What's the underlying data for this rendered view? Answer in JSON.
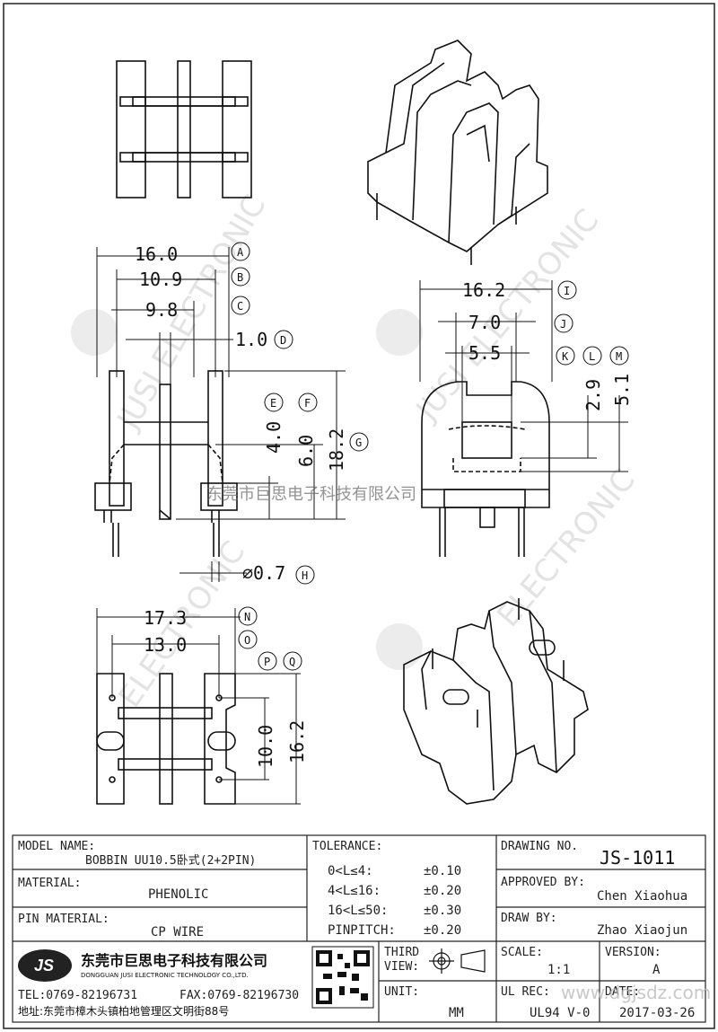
{
  "dimensions": {
    "front": [
      {
        "value": "16.0",
        "ref": "A"
      },
      {
        "value": "10.9",
        "ref": "B"
      },
      {
        "value": "9.8",
        "ref": "C"
      },
      {
        "value": "1.0",
        "ref": "D"
      },
      {
        "value": "4.0",
        "ref": "E"
      },
      {
        "value": "6.0",
        "ref": "F"
      },
      {
        "value": "18.2",
        "ref": "G"
      },
      {
        "value": "⌀0.7",
        "ref": "H"
      }
    ],
    "side": [
      {
        "value": "16.2",
        "ref": "I"
      },
      {
        "value": "7.0",
        "ref": "J"
      },
      {
        "value": "5.5",
        "ref": "K"
      },
      {
        "value": "2.9",
        "ref": "L"
      },
      {
        "value": "5.1",
        "ref": "M"
      }
    ],
    "bottom": [
      {
        "value": "17.3",
        "ref": "N"
      },
      {
        "value": "13.0",
        "ref": "O"
      },
      {
        "value": "10.0",
        "ref": "P"
      },
      {
        "value": "16.2",
        "ref": "Q"
      }
    ]
  },
  "watermark": {
    "brand_en": "JUSI ELECTRONIC",
    "brand_en_2": "ELECTRONIC",
    "overlay_cn": "东莞市巨思电子科技有限公司",
    "site": "www.dgjsdz.com"
  },
  "title_block": {
    "model_name_label": "MODEL NAME:",
    "model_name_value": "BOBBIN UU10.5卧式(2+2PIN)",
    "material_label": "MATERIAL:",
    "material_value": "PHENOLIC",
    "pin_material_label": "PIN MATERIAL:",
    "pin_material_value": "CP WIRE",
    "tolerance_label": "TOLERANCE:",
    "tolerances": [
      {
        "range": "0<L≤4:",
        "value": "±0.10"
      },
      {
        "range": "4<L≤16:",
        "value": "±0.20"
      },
      {
        "range": "16<L≤50:",
        "value": "±0.30"
      },
      {
        "range": "PINPITCH:",
        "value": "±0.20"
      }
    ],
    "drawing_no_label": "DRAWING NO.",
    "drawing_no_value": "JS-1011",
    "approved_by_label": "APPROVED BY:",
    "approved_by_value": "Chen Xiaohua",
    "draw_by_label": "DRAW BY:",
    "draw_by_value": "Zhao Xiaojun",
    "company_logo": "JS",
    "company_cn": "东莞市巨思电子科技有限公司",
    "company_en": "DONGGUAN JUSI ELECTRONIC TECHNOLOGY CO.,LTD.",
    "tel": "TEL:0769-82196731",
    "fax": "FAX:0769-82196730",
    "address": "地址:东莞市樟木头镇柏地管理区文明街88号",
    "third_view_label_1": "THIRD",
    "third_view_label_2": "VIEW:",
    "unit_label": "UNIT:",
    "unit_value": "MM",
    "scale_label": "SCALE:",
    "scale_value": "1:1",
    "version_label": "VERSION:",
    "version_value": "A",
    "ul_rec_label": "UL REC:",
    "ul_rec_value": "UL94 V-0",
    "date_label": "DATE:",
    "date_value": "2017-03-26"
  }
}
